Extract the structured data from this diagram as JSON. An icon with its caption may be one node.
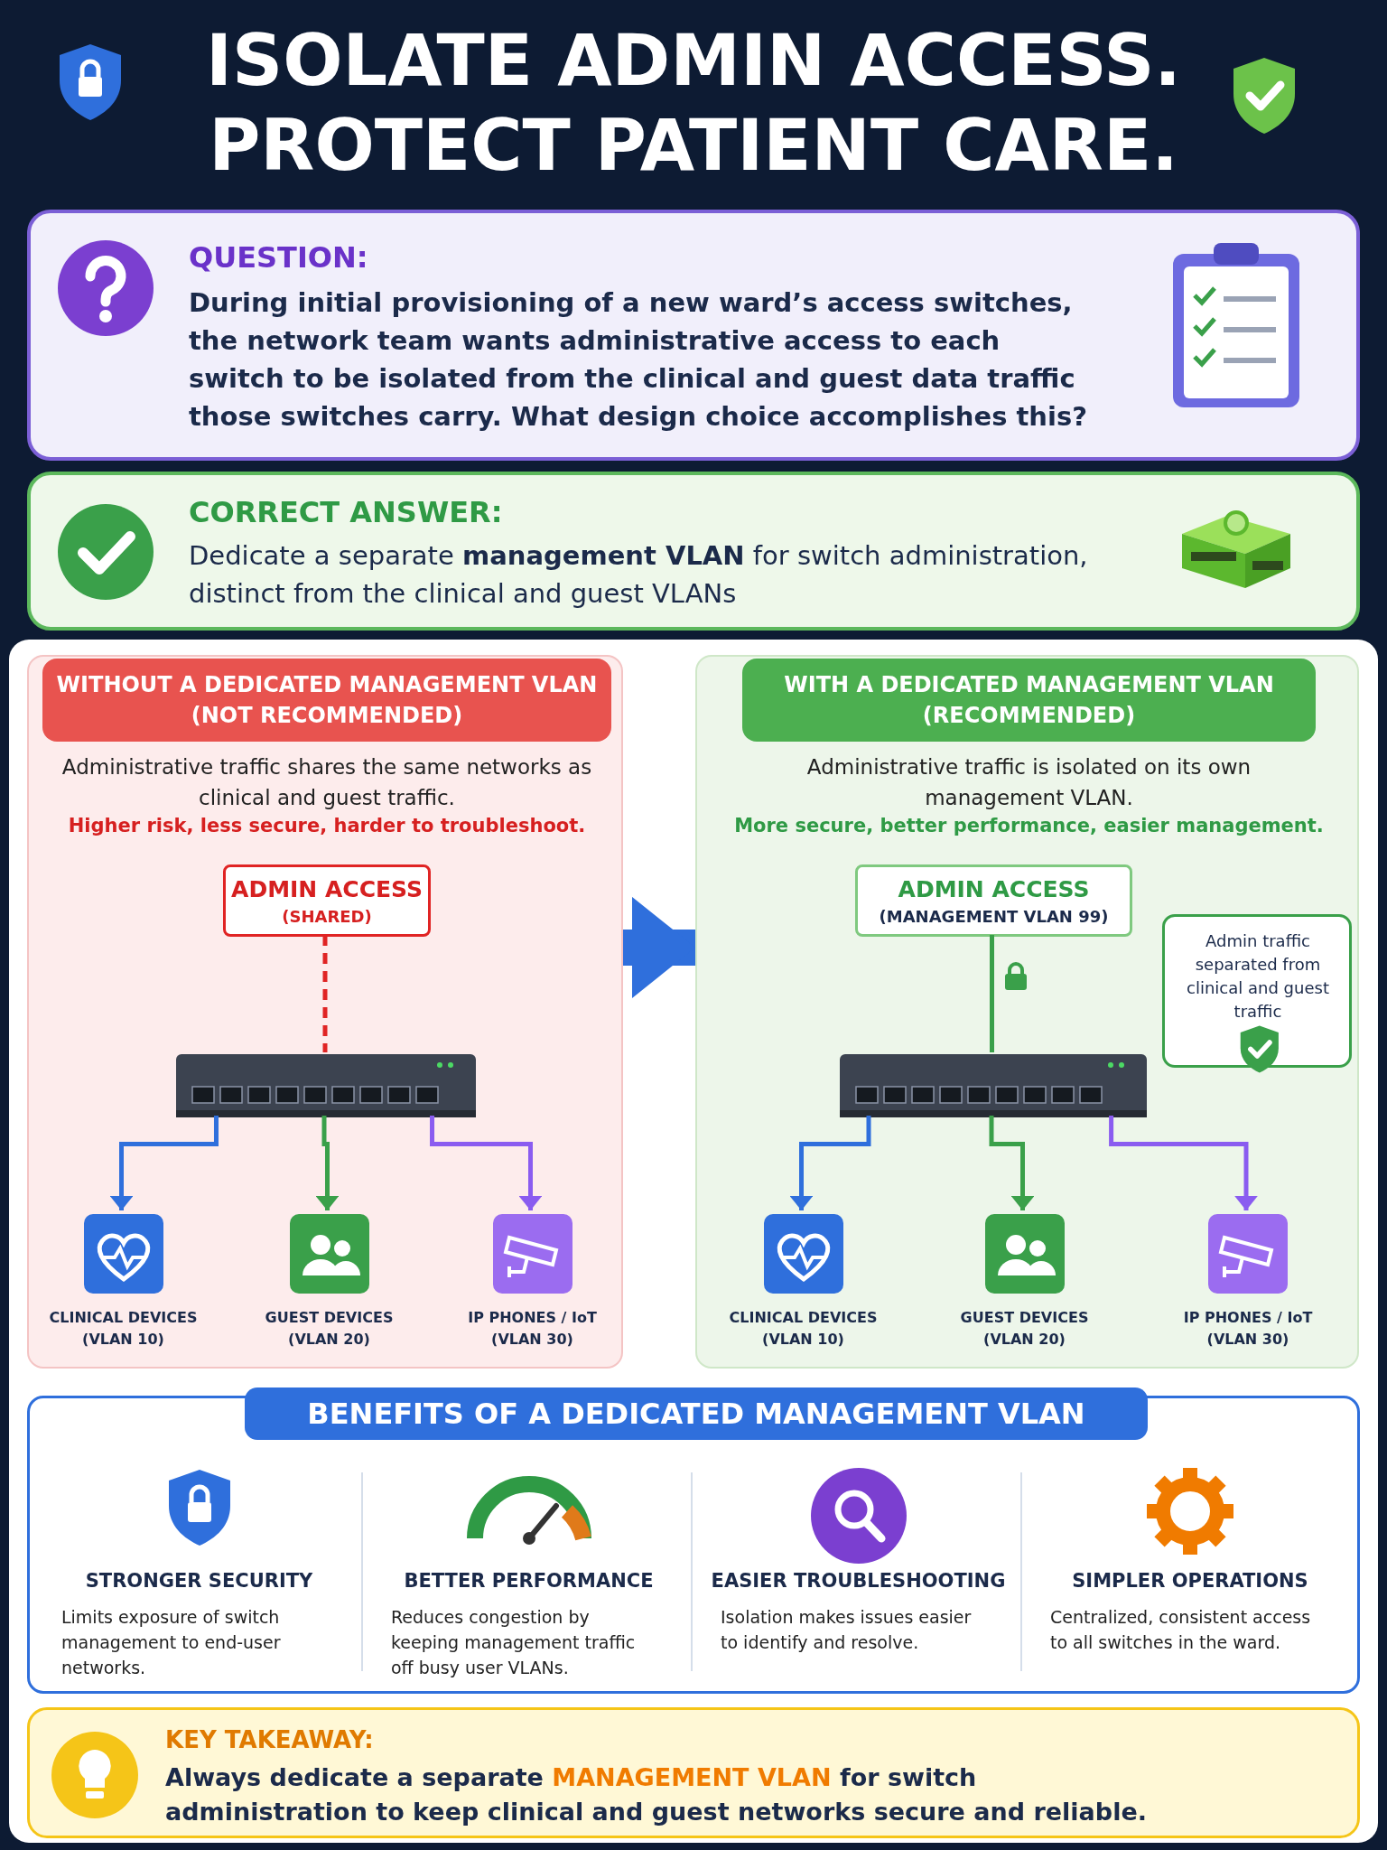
{
  "diagram": {
    "title": "ISOLATE ADMIN ACCESS. PROTECT PATIENT CARE.",
    "nodes": [
      {
        "text": [
          "QUESTION:",
          "During initial provisioning of a new ward’s access switches, the network team wants administrative access to each switch to be isolated from the clinical and guest data traffic those switches carry. What design choice accomplishes this?"
        ]
      },
      {
        "text": [
          "CORRECT ANSWER:",
          "Dedicate a separate **management VLAN** for switch administration, distinct from the clinical and guest VLANs"
        ]
      },
      {
        "text": [
          "WITHOUT A DEDICATED MANAGEMENT VLAN (NOT RECOMMENDED)",
          "Administrative traffic shares the same networks as clinical and guest traffic.",
          "Higher risk, less secure, harder to troubleshoot."
        ]
      },
      {
        "text": [
          "ADMIN ACCESS",
          "(SHARED)"
        ],
        "in": 2
      },
      {
        "text": [],
        "shape": "picture",
        "in": 2
      },
      {
        "text": [
          "CLINICAL DEVICES (VLAN 10)"
        ],
        "in": 2
      },
      {
        "text": [
          "GUEST DEVICES (VLAN 20)"
        ],
        "in": 2
      },
      {
        "text": [
          "IP PHONES / IoT (VLAN 30)"
        ],
        "in": 2
      },
      {
        "text": [
          "WITH A DEDICATED MANAGEMENT VLAN (RECOMMENDED)",
          "Administrative traffic is isolated on its own management VLAN.",
          "More secure, better performance, easier management."
        ]
      },
      {
        "text": [
          "ADMIN ACCESS",
          "(MANAGEMENT VLAN 99)"
        ],
        "in": 8
      },
      {
        "text": [
          "Admin traffic separated from clinical and guest traffic"
        ],
        "in": 8
      },
      {
        "text": [],
        "shape": "picture",
        "in": 8
      },
      {
        "text": [
          "CLINICAL DEVICES (VLAN 10)"
        ],
        "in": 8
      },
      {
        "text": [
          "GUEST DEVICES (VLAN 20)"
        ],
        "in": 8
      },
      {
        "text": [
          "IP PHONES / IoT (VLAN 30)"
        ],
        "in": 8
      },
      {
        "text": [
          "BENEFITS OF A DEDICATED MANAGEMENT VLAN"
        ]
      },
      {
        "text": [
          "STRONGER SECURITY",
          "Limits exposure of switch management to end-user networks."
        ],
        "in": 15
      },
      {
        "text": [
          "BETTER PERFORMANCE",
          "Reduces congestion by keeping management traffic off busy user VLANs."
        ],
        "in": 15
      },
      {
        "text": [
          "EASIER TROUBLESHOOTING",
          "Isolation makes issues easier to identify and resolve."
        ],
        "in": 15
      },
      {
        "text": [
          "SIMPLER OPERATIONS",
          "Centralized, consistent access to all switches in the ward."
        ],
        "in": 15
      },
      {
        "text": [
          "KEY TAKEAWAY:",
          "Always dedicate a separate **MANAGEMENT VLAN** for switch administration to keep clinical and guest networks secure and reliable."
        ]
      }
    ],
    "edges": [
      {
        "from": 2,
        "to": 8,
        "arrow": "to",
        "style": "thick",
        "color": "#2f6fdc"
      },
      {
        "from": 3,
        "to": 4,
        "arrow": "none",
        "style": "dashed",
        "color": "#e02424"
      },
      {
        "from": 4,
        "to": 5,
        "arrow": "to",
        "color": "#2f6fdc"
      },
      {
        "from": 4,
        "to": 6,
        "arrow": "to",
        "color": "#3aa04a"
      },
      {
        "from": 4,
        "to": 7,
        "arrow": "to",
        "color": "#8a5cf0"
      },
      {
        "from": 9,
        "to": 11,
        "arrow": "none",
        "color": "#3aa04a"
      },
      {
        "from": 11,
        "to": 12,
        "arrow": "to",
        "color": "#2f6fdc"
      },
      {
        "from": 11,
        "to": 13,
        "arrow": "to",
        "color": "#3aa04a"
      },
      {
        "from": 11,
        "to": 14,
        "arrow": "to",
        "color": "#8a5cf0"
      }
    ]
  }
}
